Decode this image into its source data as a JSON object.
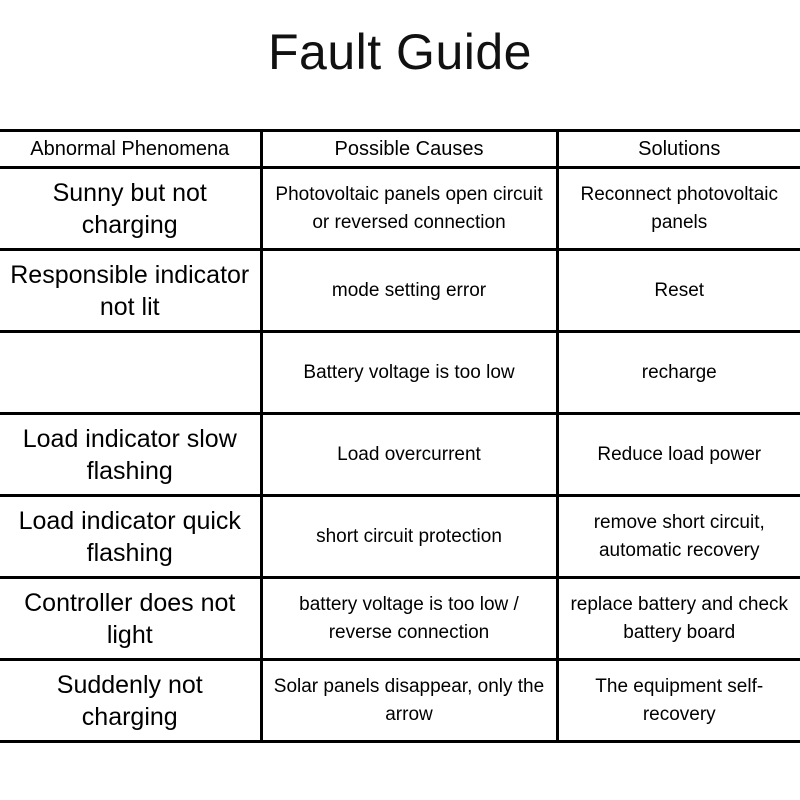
{
  "page": {
    "title": "Fault Guide",
    "background_color": "#ffffff",
    "text_color": "#000000",
    "border_color": "#000000"
  },
  "table": {
    "headers": [
      "Abnormal Phenomena",
      "Possible Causes",
      "Solutions"
    ],
    "rows": [
      {
        "phenomenon": "Sunny but not charging",
        "cause": "Photovoltaic panels open circuit or reversed connection",
        "solution": "Reconnect photovoltaic panels"
      },
      {
        "phenomenon": "Responsible indicator not lit",
        "cause": "mode setting error",
        "solution": "Reset"
      },
      {
        "phenomenon": "",
        "cause": "Battery voltage is too low",
        "solution": "recharge"
      },
      {
        "phenomenon": "Load indicator slow flashing",
        "cause": "Load overcurrent",
        "solution": "Reduce load power"
      },
      {
        "phenomenon": "Load indicator quick flashing",
        "cause": "short circuit protection",
        "solution": "remove short circuit, automatic recovery"
      },
      {
        "phenomenon": "Controller does not light",
        "cause": "battery voltage is too low / reverse connection",
        "solution": "replace battery and check battery board"
      },
      {
        "phenomenon": "Suddenly not charging",
        "cause": "Solar panels disappear, only the arrow",
        "solution": "The equipment self-recovery"
      }
    ]
  }
}
